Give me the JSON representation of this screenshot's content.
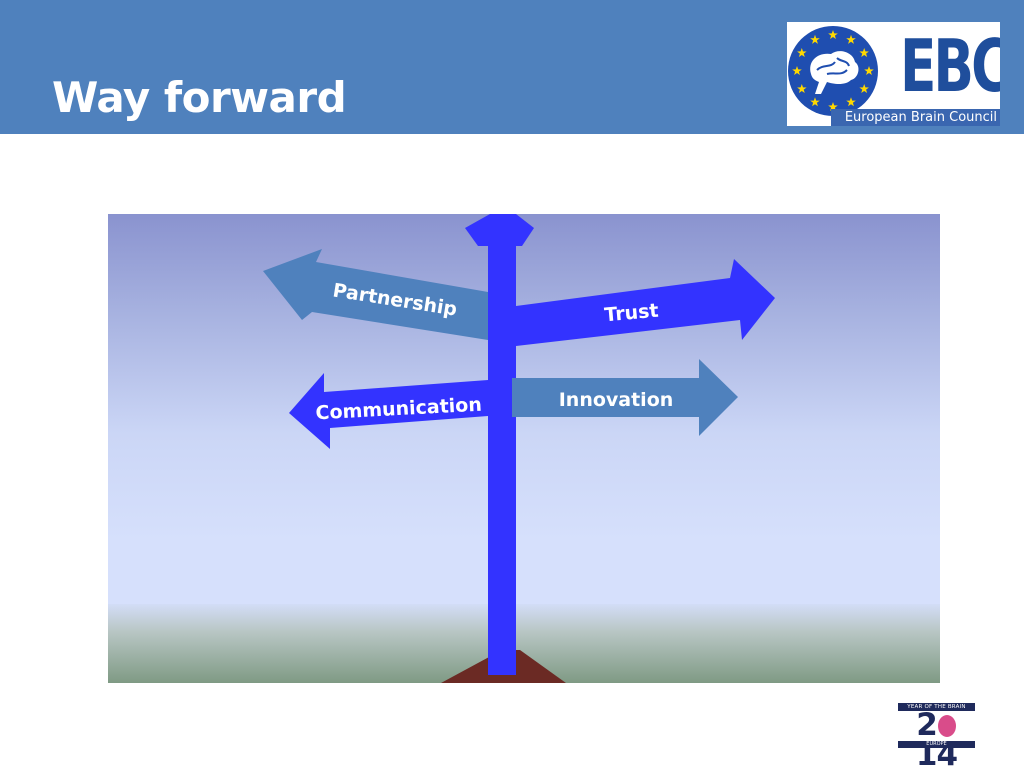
{
  "header": {
    "title": "Way forward"
  },
  "logo": {
    "name": "EBC",
    "subtitle": "European Brain Council",
    "emblem": "eu-stars-brain-icon"
  },
  "signpost": {
    "signs": [
      {
        "id": "partnership",
        "label": "Partnership",
        "direction": "left"
      },
      {
        "id": "trust",
        "label": "Trust",
        "direction": "right"
      },
      {
        "id": "communication",
        "label": "Communication",
        "direction": "left"
      },
      {
        "id": "innovation",
        "label": "Innovation",
        "direction": "right"
      }
    ]
  },
  "badge": {
    "top": "YEAR OF THE BRAIN",
    "year": "2014",
    "year_left": "2",
    "year_right": "14",
    "bottom": "EUROPE"
  },
  "colors": {
    "header": "#4f81bd",
    "pole": "#3333ff",
    "sign_light": "#4f81bd",
    "ground": "#7f9a84",
    "base": "#6b2a24"
  }
}
